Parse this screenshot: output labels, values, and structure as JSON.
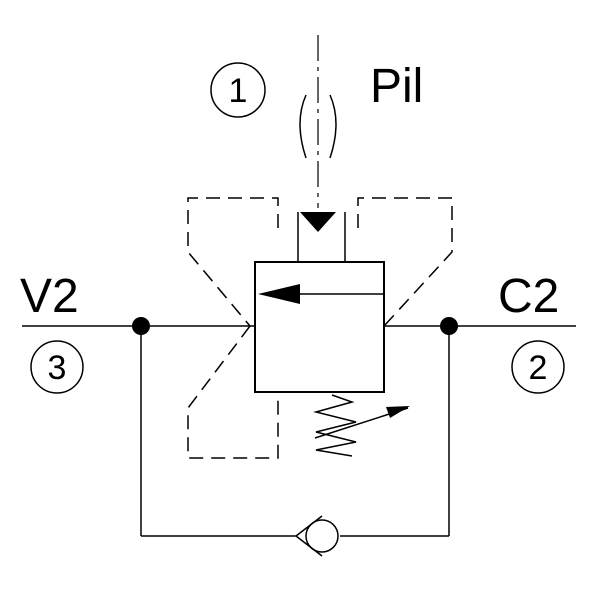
{
  "labels": {
    "pilot": "Pil",
    "port_v2": "V2",
    "port_c2": "C2"
  },
  "port_numbers": {
    "pilot": "1",
    "c2": "2",
    "v2": "3"
  }
}
